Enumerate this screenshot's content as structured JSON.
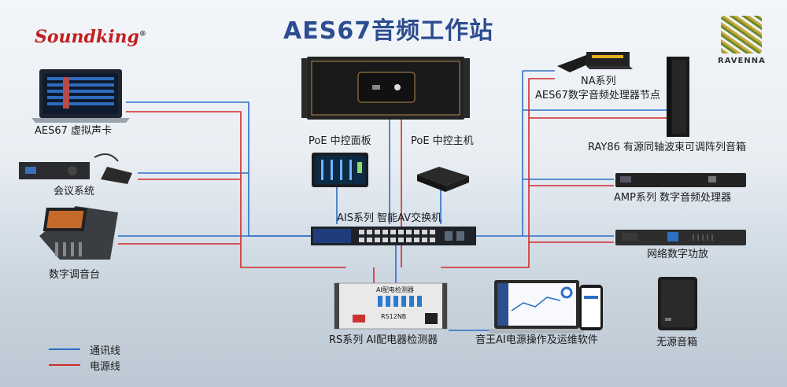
{
  "title": "AES67音频工作站",
  "logos": {
    "left": "Soundking",
    "left_reg": "®",
    "right": "RAVENNA"
  },
  "devices": {
    "virtual_card": "AES67 虚拟声卡",
    "conference": "会议系统",
    "mixer": "数字调音台",
    "poe_panel": "PoE 中控面板",
    "poe_host": "PoE 中控主机",
    "switch": "AIS系列 智能AV交换机",
    "na_title": "NA系列",
    "na_sub": "AES67数字音频处理器节点",
    "ray86": "RAY86 有源同轴波束可调阵列音箱",
    "amp_dsp": "AMP系列 数字音频处理器",
    "power_amp": "网络数字功放",
    "passive_spk": "无源音箱",
    "rs_detector": "RS系列 AI配电器检测器",
    "ai_software": "音王AI电源操作及运维软件",
    "rs_panel_title": "AI配电检测器",
    "rs_panel_model": "RS12NB"
  },
  "legend": [
    {
      "label": "通讯线",
      "color": "#2d6fc4"
    },
    {
      "label": "电源线",
      "color": "#d22b2b"
    }
  ],
  "colors": {
    "title": "#2c4d8f",
    "comm": "#2d6fc4",
    "power": "#d22b2b"
  }
}
